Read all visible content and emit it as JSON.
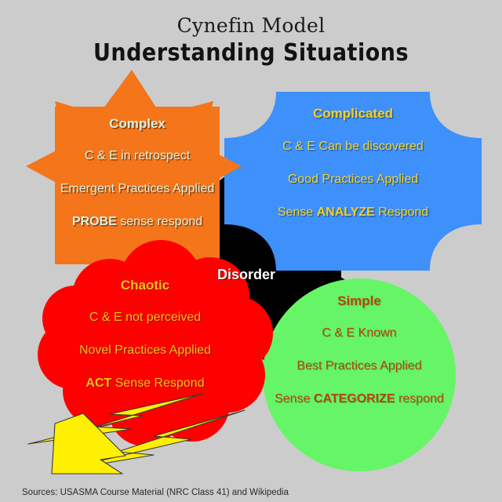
{
  "background_color": "#cccccc",
  "header": {
    "title": "Cynefin Model",
    "subtitle": "Understanding Situations"
  },
  "domains": {
    "complex": {
      "name": "Complex",
      "shape": "8-point-star",
      "fill_color": "#f4751a",
      "text_color": "#d9f2e2",
      "lines": [
        "C & E in retrospect",
        "Emergent Practices Applied"
      ],
      "action_prefix": "PROBE",
      "action_suffix": " sense respond"
    },
    "complicated": {
      "name": "Complicated",
      "shape": "concave-corner-rectangle",
      "fill_color": "#3e90fa",
      "text_color": "#f2d024",
      "lines": [
        "C & E Can be discovered",
        "Good Practices Applied"
      ],
      "action_prefix": "Sense ",
      "action_mid": "ANALYZE",
      "action_suffix": " Respond"
    },
    "chaotic": {
      "name": "Chaotic",
      "shape": "cloud",
      "fill_color": "#ff0000",
      "text_color": "#f5c518",
      "lines": [
        "C & E not perceived",
        "Novel Practices Applied"
      ],
      "action_prefix": "ACT",
      "action_suffix": " Sense Respond"
    },
    "simple": {
      "name": "Simple",
      "shape": "circle",
      "fill_color": "#66f566",
      "text_color": "#b5470a",
      "lines": [
        "C & E Known",
        "Best Practices Applied"
      ],
      "action_prefix": "Sense ",
      "action_mid": "CATEGORIZE",
      "action_suffix": " respond"
    },
    "disorder": {
      "name": "Disorder",
      "fill_color": "#000000",
      "text_color": "#ffffff"
    }
  },
  "decorations": {
    "lightning_color": "#ffef00",
    "lightning_count": 2
  },
  "footer": {
    "sources": "Sources: USASMA Course Material (NRC Class 41) and Wikipedia"
  }
}
